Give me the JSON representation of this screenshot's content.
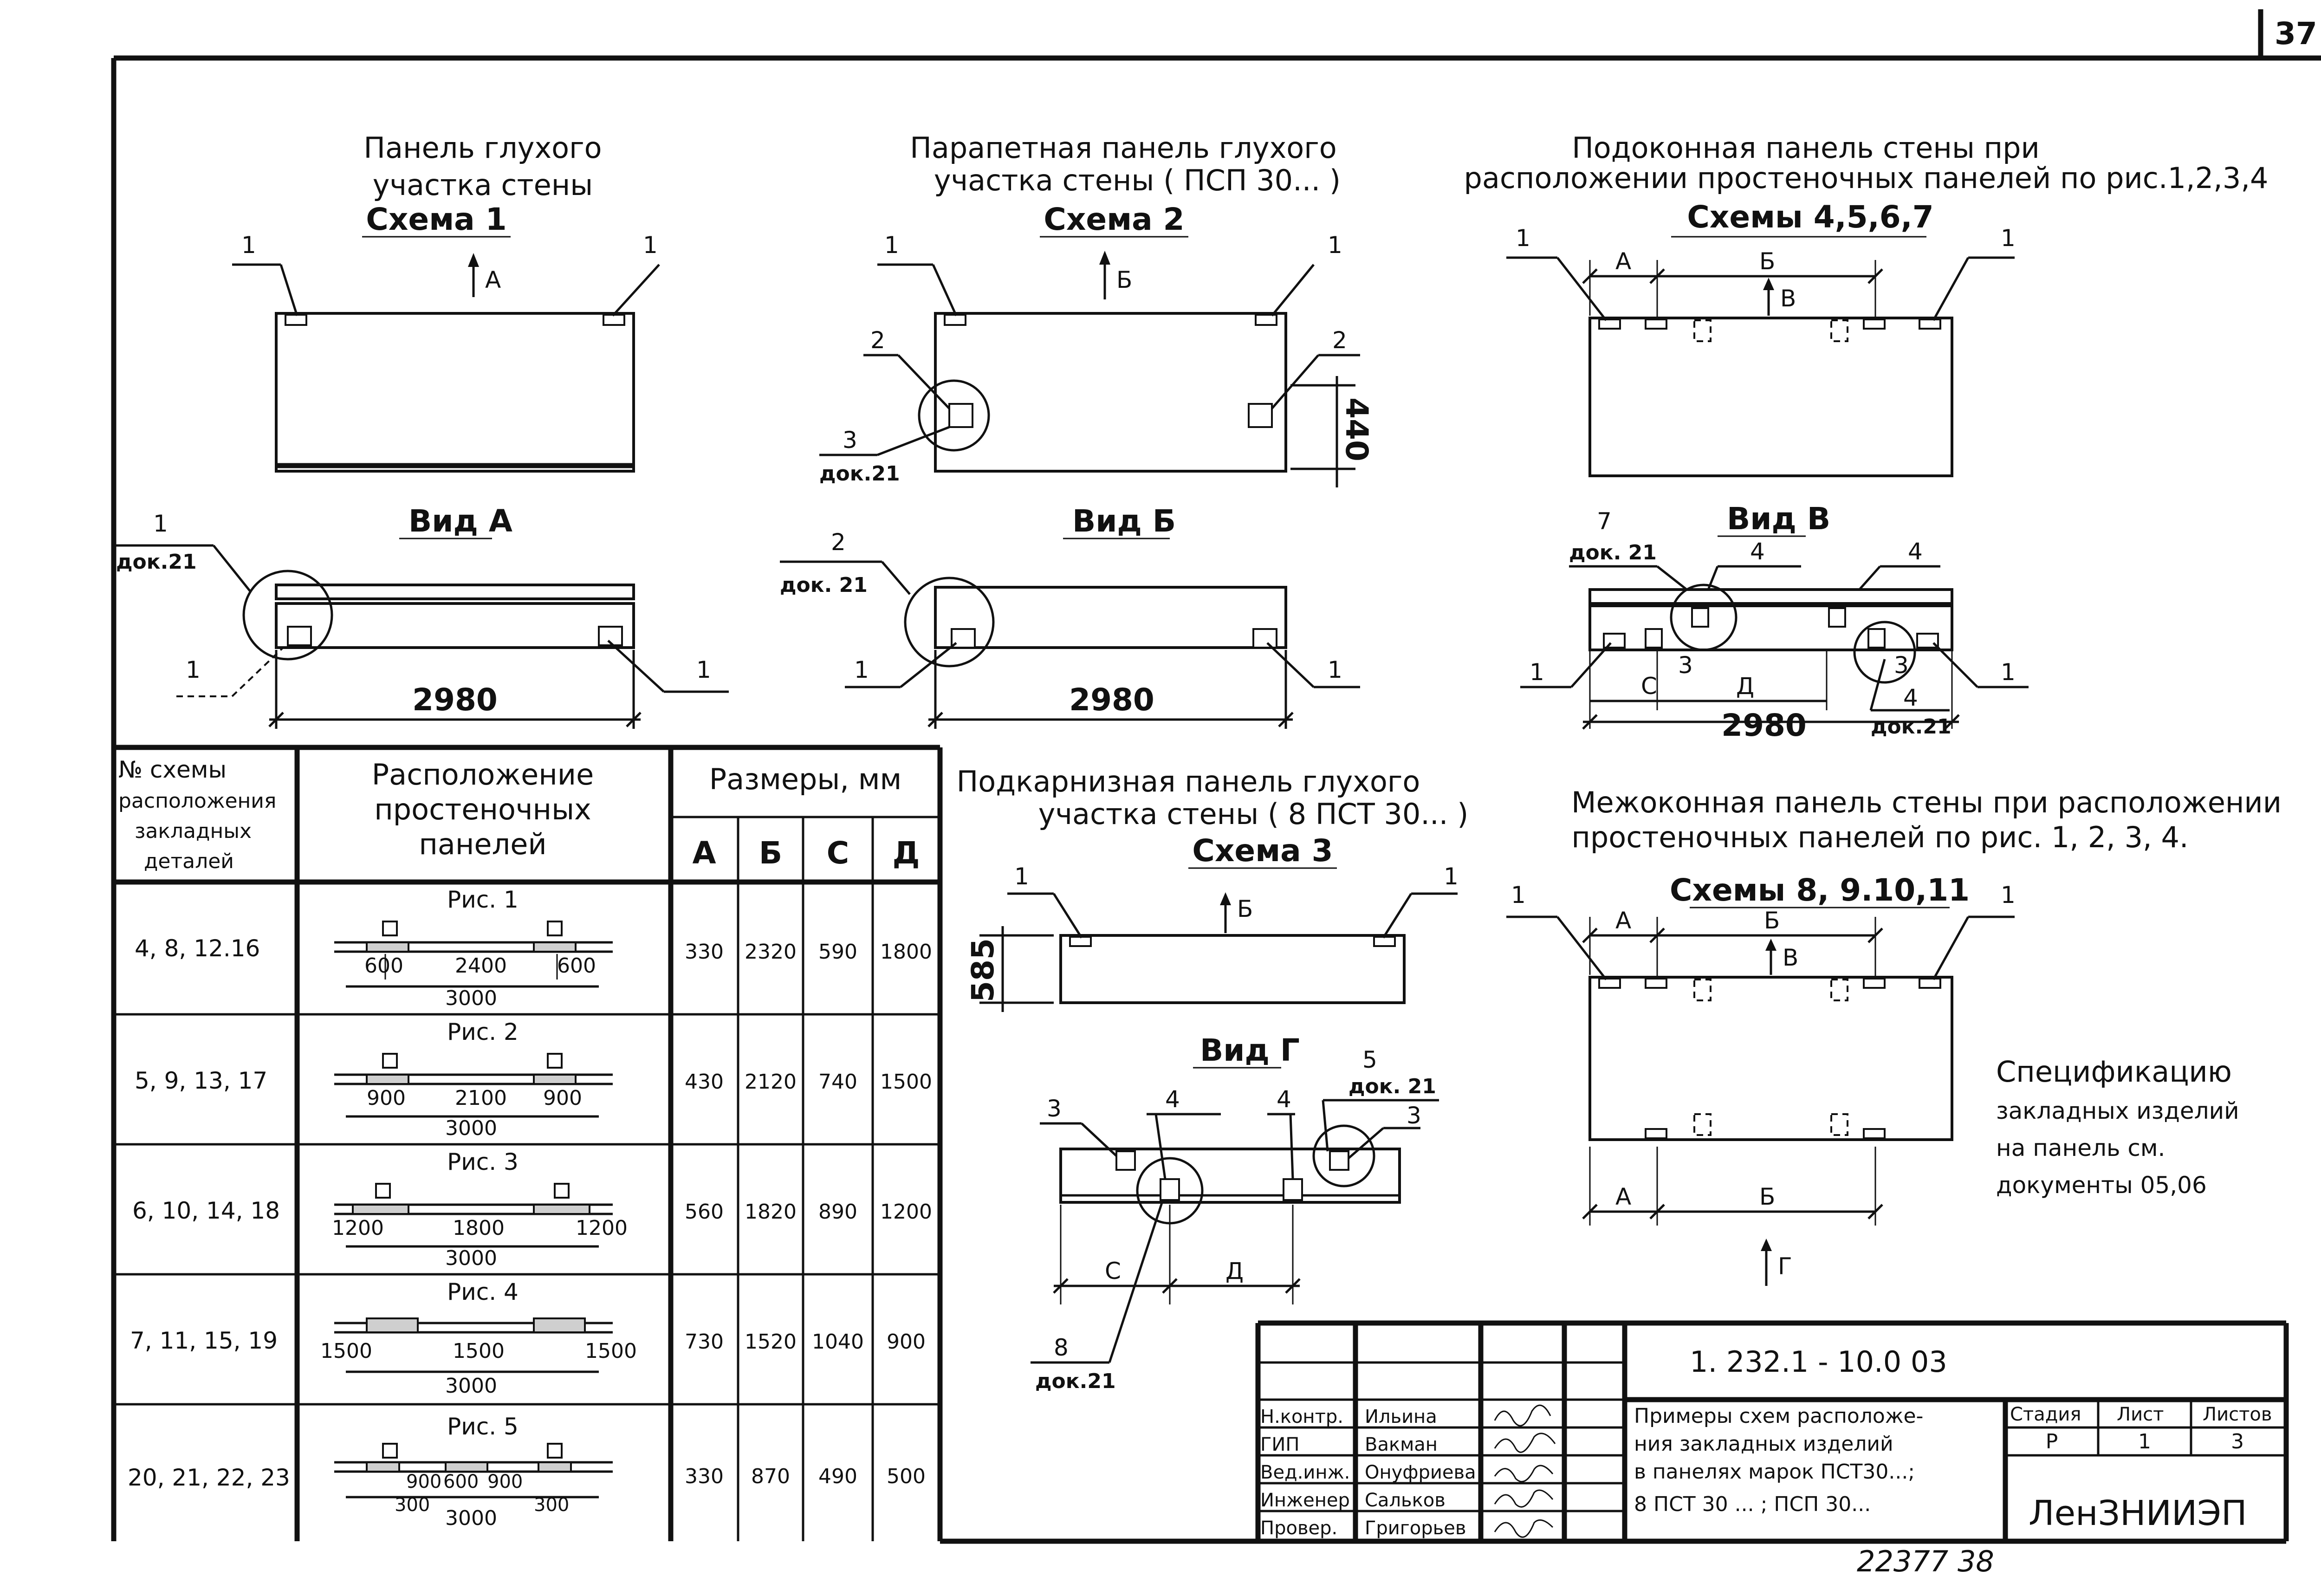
{
  "sheet_number": "37",
  "stamp_bottom": "22377  38",
  "scheme1": {
    "title_line1": "Панель глухого",
    "title_line2": "участка стены",
    "scheme": "Схема 1",
    "arrow": "А",
    "callout_left": "1",
    "callout_right": "1",
    "view": "Вид А",
    "view_callout": "1",
    "view_doc": "док.21",
    "view_callout_left": "1",
    "view_callout_right": "1",
    "dim": "2980"
  },
  "scheme2": {
    "title_line1": "Парапетная панель глухого",
    "title_line2": "участка стены ( ПСП 30... )",
    "scheme": "Схема 2",
    "arrow": "Б",
    "callout_left": "1",
    "callout_right": "1",
    "callout_2a": "2",
    "callout_2b": "2",
    "callout_3": "3",
    "callout_3_doc": "док.21",
    "dim_side": "440",
    "view": "Вид Б",
    "view_callout": "2",
    "view_doc": "док. 21",
    "view_callout_left": "1",
    "view_callout_right": "1",
    "dim": "2980"
  },
  "scheme4": {
    "title_line1": "Подоконная панель стены при",
    "title_line2": "расположении простеночных панелей по рис.1,2,3,4",
    "scheme": "Схемы 4,5,6,7",
    "dim_a": "А",
    "dim_b": "Б",
    "arrow": "В",
    "callout_left": "1",
    "callout_right": "1",
    "view": "Вид В",
    "view_callout_7": "7",
    "view_doc_7": "док. 21",
    "callout_4a": "4",
    "callout_4b": "4",
    "callout_3a": "3",
    "callout_3b": "3",
    "callout_4c": "4",
    "callout_doc": "док.21",
    "view_callout_left": "1",
    "view_callout_right": "1",
    "dim_c": "С",
    "dim_d": "Д",
    "dim": "2980"
  },
  "scheme3": {
    "title_line1": "Подкарнизная панель глухого",
    "title_line2": "участка стены ( 8 ПСТ 30... )",
    "scheme": "Схема 3",
    "arrow": "Б",
    "callout_left": "1",
    "callout_right": "1",
    "dim_side": "585",
    "view": "Вид Г",
    "callout_3": "3",
    "callout_4a": "4",
    "callout_4b": "4",
    "callout_5": "5",
    "callout_5_doc": "док. 21",
    "callout_3b": "3",
    "dim_c": "С",
    "dim_d": "Д",
    "callout_8": "8",
    "callout_8_doc": "док.21"
  },
  "scheme8": {
    "title_line1": "Межоконная панель стены при расположении",
    "title_line2": "простеночных панелей по рис. 1, 2, 3, 4.",
    "scheme": "Схемы 8, 9.10,11",
    "dim_a": "А",
    "dim_b": "Б",
    "arrow": "В",
    "callout_left": "1",
    "callout_right": "1",
    "dim_a2": "А",
    "dim_b2": "Б",
    "arrow_bottom": "Г"
  },
  "spec_note": [
    "Спецификацию",
    "закладных изделий",
    "на панель см.",
    "документы 05,06"
  ],
  "table": {
    "head_col1": [
      "№ схемы",
      "расположения",
      "закладных",
      "деталей"
    ],
    "head_col2": [
      "Расположение",
      "простеночных",
      "панелей"
    ],
    "head_sizes": "Размеры, мм",
    "head_cols": [
      "А",
      "Б",
      "С",
      "Д"
    ],
    "rows": [
      {
        "schemes": "4, 8, 12.16",
        "fig": "Рис. 1",
        "dims": [
          "600",
          "2400",
          "600"
        ],
        "total": "3000",
        "a": "330",
        "b": "2320",
        "c": "590",
        "d": "1800"
      },
      {
        "schemes": "5, 9, 13, 17",
        "fig": "Рис. 2",
        "dims": [
          "900",
          "2100",
          "900"
        ],
        "total": "3000",
        "a": "430",
        "b": "2120",
        "c": "740",
        "d": "1500"
      },
      {
        "schemes": "6, 10, 14, 18",
        "fig": "Рис. 3",
        "dims": [
          "1200",
          "1800",
          "1200"
        ],
        "total": "3000",
        "a": "560",
        "b": "1820",
        "c": "890",
        "d": "1200"
      },
      {
        "schemes": "7, 11, 15, 19",
        "fig": "Рис. 4",
        "dims": [
          "1500",
          "1500",
          "1500"
        ],
        "total": "3000",
        "a": "730",
        "b": "1520",
        "c": "1040",
        "d": "900"
      },
      {
        "schemes": "20, 21, 22, 23",
        "fig": "Рис. 5",
        "dims": [
          "300",
          "900",
          "600",
          "900",
          "300"
        ],
        "total": "3000",
        "a": "330",
        "b": "870",
        "c": "490",
        "d": "500"
      }
    ]
  },
  "title_block": {
    "code": "1. 232.1 - 10.0 03",
    "signers": [
      {
        "role": "Н.контр.",
        "name": "Ильина"
      },
      {
        "role": "ГИП",
        "name": "Вакман"
      },
      {
        "role": "Вед.инж.",
        "name": "Онуфриева"
      },
      {
        "role": "Инженер",
        "name": "Сальков"
      },
      {
        "role": "Провер.",
        "name": "Григорьев"
      }
    ],
    "description": [
      "Примеры схем расположе-",
      "ния закладных изделий",
      "в панелях марок ПСТ30...;",
      "8 ПСТ 30 ... ; ПСП 30..."
    ],
    "stage_label": "Стадия",
    "sheet_label": "Лист",
    "sheets_label": "Листов",
    "stage": "Р",
    "sheet": "1",
    "sheets": "3",
    "org": "ЛенЗНИИЭП"
  }
}
